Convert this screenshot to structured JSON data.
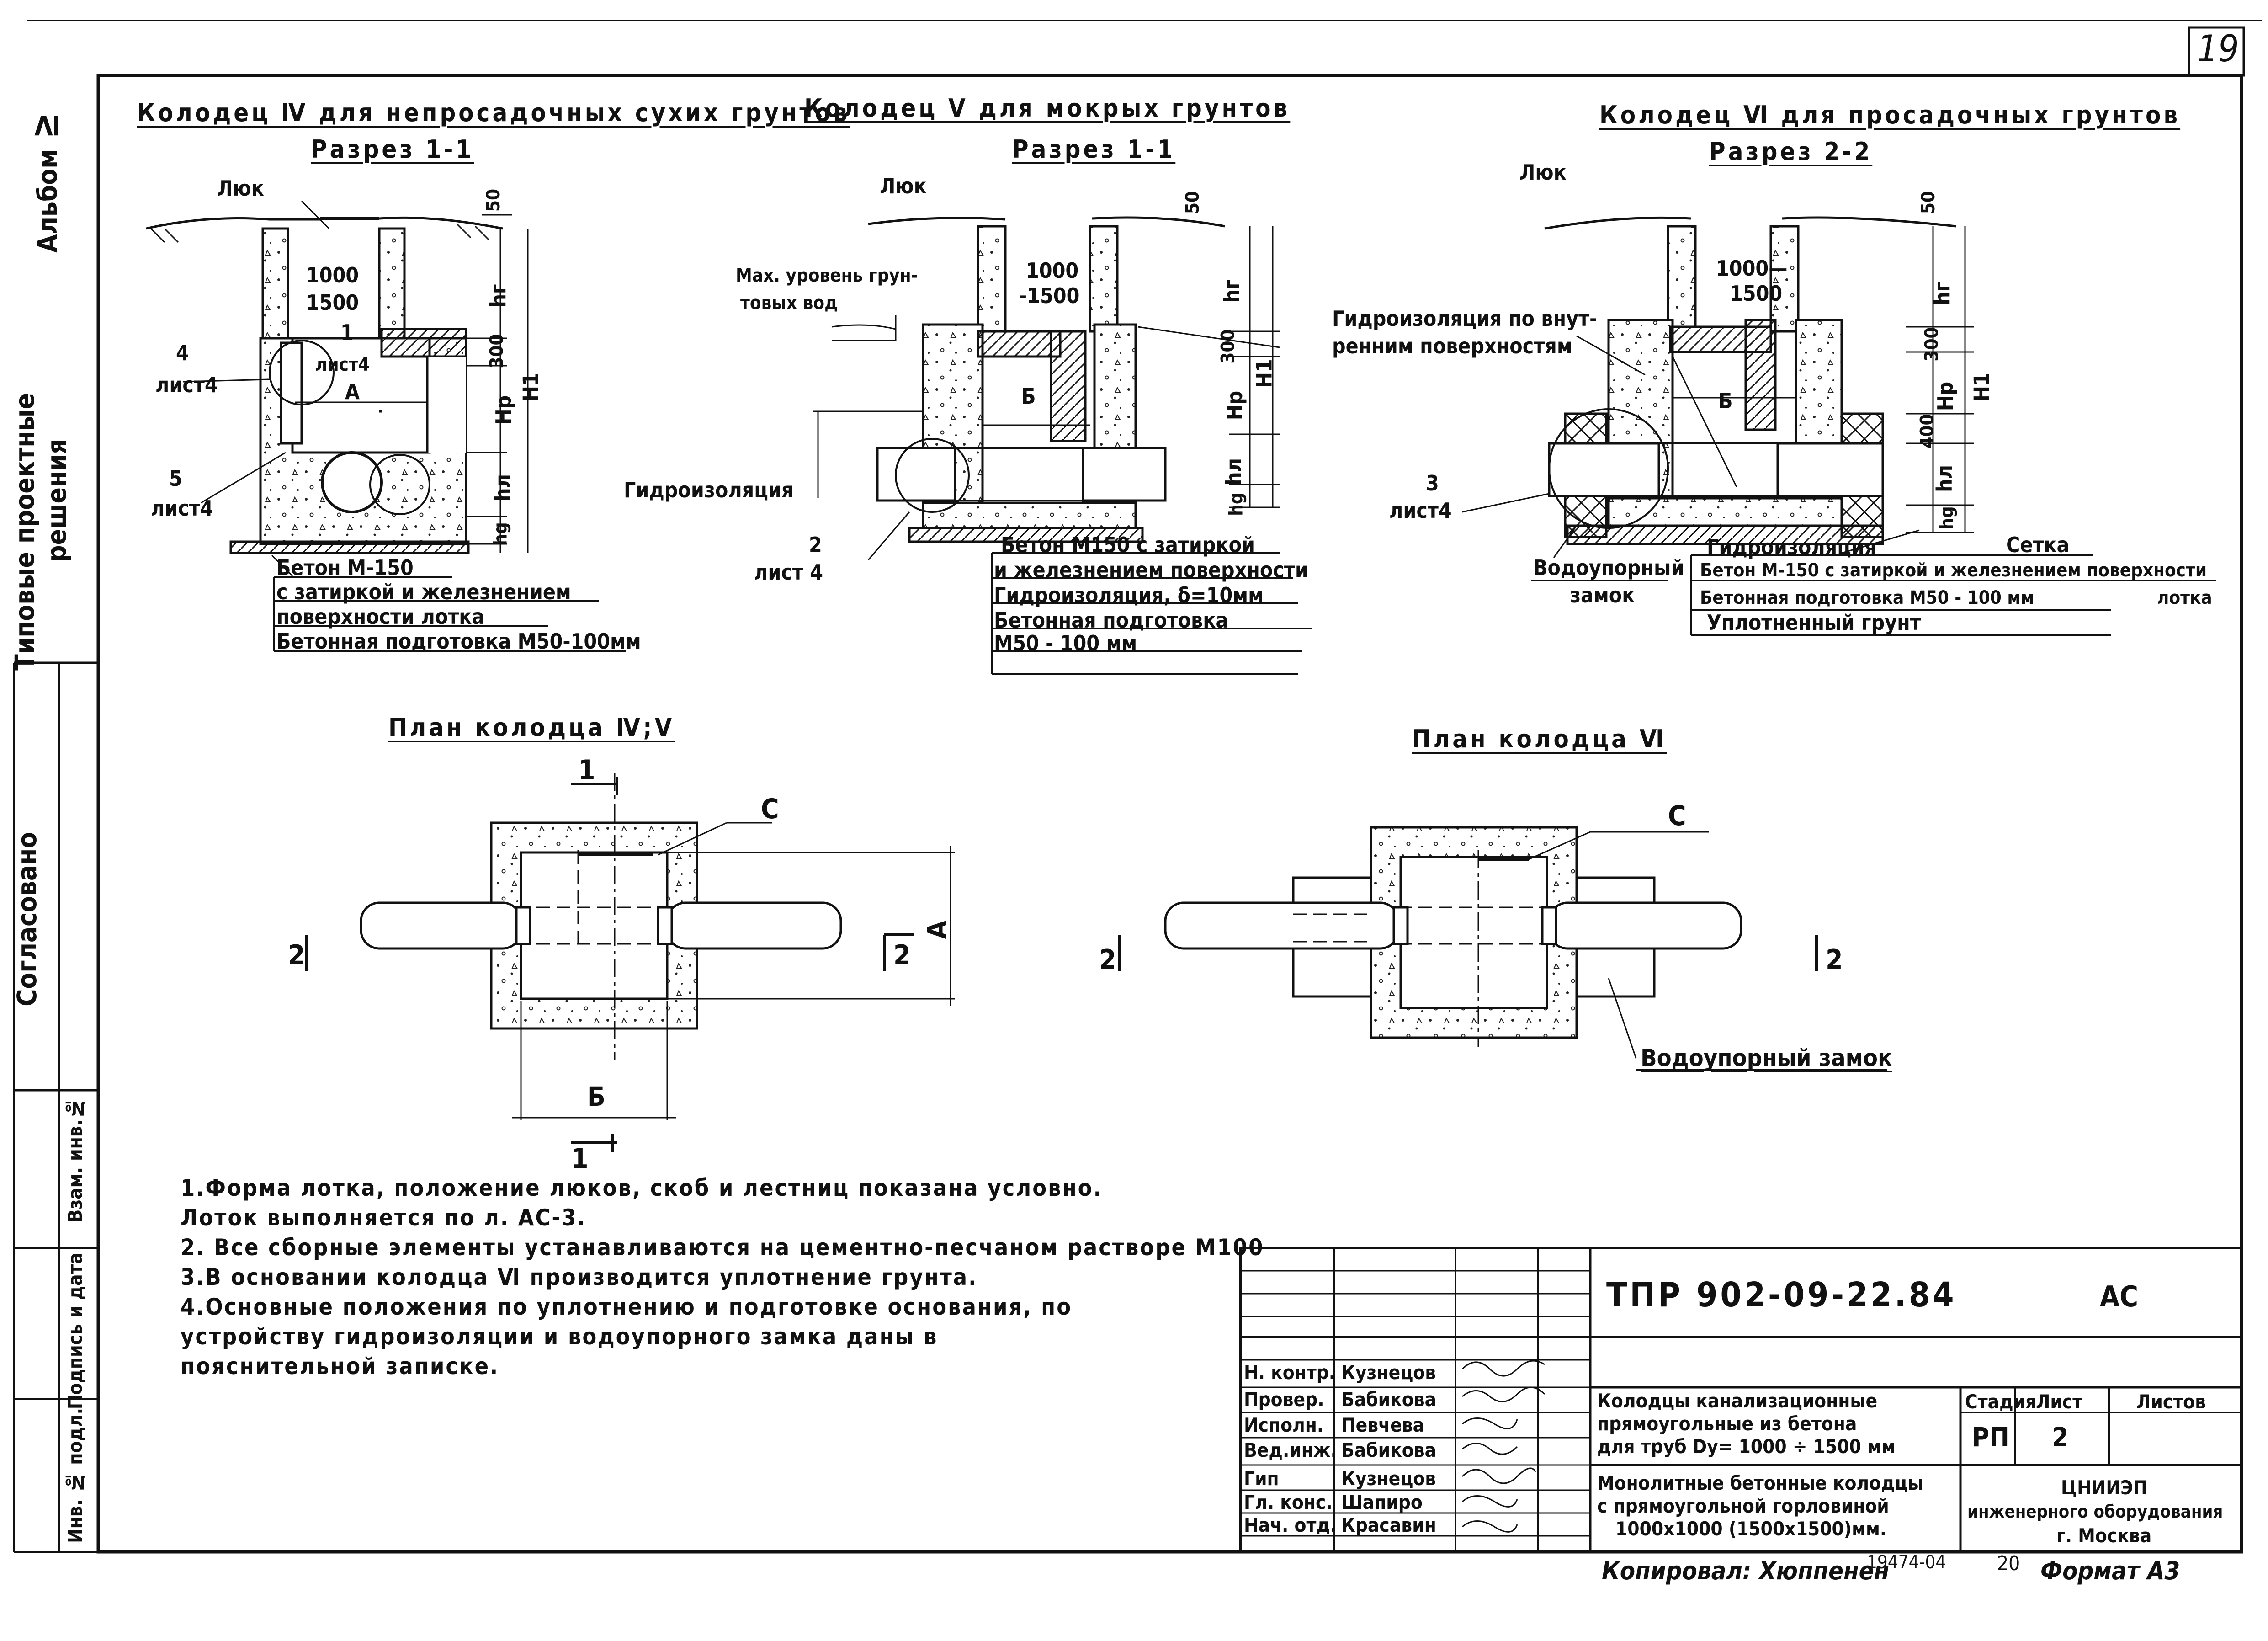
{
  "page_number": "19",
  "left_margin": {
    "album": "Альбом Ⅳ",
    "series_line1": "Типовые проектные",
    "series_line2": "решения",
    "agreed": "Согласовано",
    "stamp_cols": [
      "Инв. № подл.",
      "Подпись и дата",
      "Взам. инв.№"
    ]
  },
  "section_iv": {
    "title": "Колодец Ⅳ для непросадочных сухих грунтов",
    "subtitle": "Разрез 1-1",
    "hatch": "Люк",
    "dim_50": "50",
    "size_1000": "1000",
    "size_1500": "1500",
    "dim_hr": "hг",
    "dim_300": "300",
    "dim_hp": "Hр",
    "dim_hl": "hл",
    "dim_hg": "hg",
    "dim_H1": "H1",
    "ref4": "4",
    "ref4_sheet": "лист4",
    "ref1": "1",
    "ref1_sheet": "лист4",
    "letter_A": "A",
    "ref5": "5",
    "ref5_sheet": "лист4",
    "legend": [
      "Бетон М-150",
      "с затиркой и железнением",
      "поверхности лотка",
      "Бетонная подготовка М50-100мм"
    ]
  },
  "section_v": {
    "title": "Колодец Ⅴ для мокрых грунтов",
    "subtitle": "Разрез 1-1",
    "hatch": "Люк",
    "dim_50": "50",
    "size_1000": "1000",
    "size_1500": "-1500",
    "gw_label1": "Мах. уровень грун-",
    "gw_label2": "товых вод",
    "dim_hr": "hг",
    "dim_300": "300",
    "dim_hp": "Hр",
    "dim_hl": "hл",
    "dim_hg": "hg",
    "dim_H1": "H1",
    "letter_B": "Б",
    "waterproof": "Гидроизоляция",
    "ref2": "2",
    "ref2_sheet": "лист 4",
    "legend": [
      "Бетон М150 с затиркой",
      "и железнением поверхности",
      "Гидроизоляция, δ=10мм",
      "Бетонная подготовка",
      "М50 - 100 мм"
    ]
  },
  "section_vi": {
    "title": "Колодец Ⅵ для просадочных грунтов",
    "subtitle": "Разрез 2-2",
    "hatch": "Люк",
    "dim_50": "50",
    "size_1000": "1000—",
    "size_1500": "1500",
    "inner_wp1": "Гидроизоляция по внут-",
    "inner_wp2": "ренним поверхностям",
    "dim_hr": "hг",
    "dim_300": "300",
    "dim_hp": "Hр",
    "dim_400": "400",
    "dim_hl": "hл",
    "dim_hg": "hg",
    "dim_H1": "H1",
    "letter_B": "Б",
    "ref3": "3",
    "ref3_sheet": "лист4",
    "lock1": "Водоупорный",
    "lock2": "замок",
    "mesh": "Сетка",
    "legend": [
      "Гидроизоляция",
      "Бетон М-150 с затиркой и железнением поверхности",
      "лотка",
      "Бетонная подготовка М50 - 100 мм",
      "Уплотненный грунт"
    ]
  },
  "plan_iv_v": {
    "title": "План колодца Ⅳ;Ⅴ",
    "c": "C",
    "cut1_top": "1",
    "cut1_bot": "1",
    "cut2_left": "2",
    "cut2_right": "2",
    "dim_A": "A",
    "dim_B": "Б"
  },
  "plan_vi": {
    "title": "План колодца Ⅵ",
    "c": "C",
    "cut2_left": "2",
    "cut2_right": "2",
    "lock": "Водоупорный замок"
  },
  "notes": [
    "1.Форма лотка, положение люков, скоб и лестниц показана условно.",
    "   Лоток выполняется по л. АС-3.",
    "2. Все сборные элементы устанавливаются на цементно-песчаном растворе М100",
    "3.В основании колодца Ⅵ производится уплотнение грунта.",
    "4.Основные положения по уплотнению и подготовке основания, по",
    "   устройству гидроизоляции и водоупорного замка даны в",
    "   пояснительной записке."
  ],
  "title_block": {
    "code": "ТПР 902-09-22.84",
    "mark": "АС",
    "roles": [
      "Н. контр.",
      "Провер.",
      "Исполн.",
      "Вед.инж.",
      "Гип",
      "Гл. конс.",
      "Нач. отд."
    ],
    "names": [
      "Кузнецов",
      "Бабикова",
      "Певчева",
      "Бабикова",
      "Кузнецов",
      "Шапиро",
      "Красавин"
    ],
    "name_line1": "Колодцы канализационные",
    "name_line2": "прямоугольные из бетона",
    "name_line3": "для труб Dy= 1000 ÷ 1500 мм",
    "sheet_line1": "Монолитные бетонные колодцы",
    "sheet_line2": "с прямоугольной горловиной",
    "sheet_line3": "1000х1000 (1500х1500)мм.",
    "stage_h": "Стадия",
    "sheet_h": "Лист",
    "sheets_h": "Листов",
    "stage": "РП",
    "sheet": "2",
    "org1": "ЦНИИЭП",
    "org2": "инженерного оборудования",
    "org3": "г. Москва"
  },
  "footer": {
    "copied": "Копировал: Хюппенен",
    "num": "19474-04",
    "num2": "20",
    "format": "Формат А3"
  }
}
